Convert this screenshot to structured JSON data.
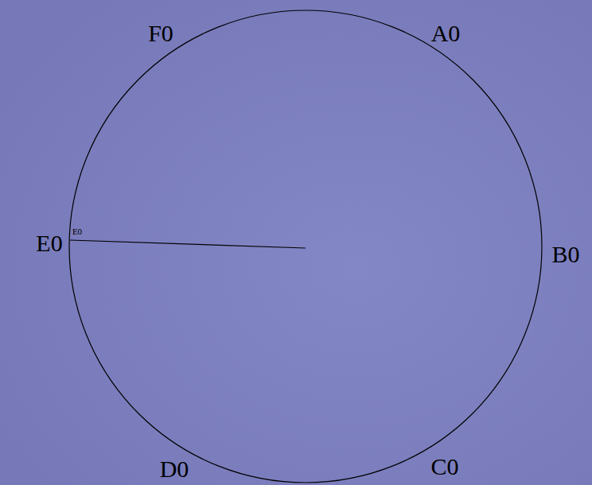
{
  "diagram": {
    "labels": [
      "F0",
      "A0",
      "E0",
      "B0",
      "D0",
      "C0",
      "E0"
    ]
  }
}
